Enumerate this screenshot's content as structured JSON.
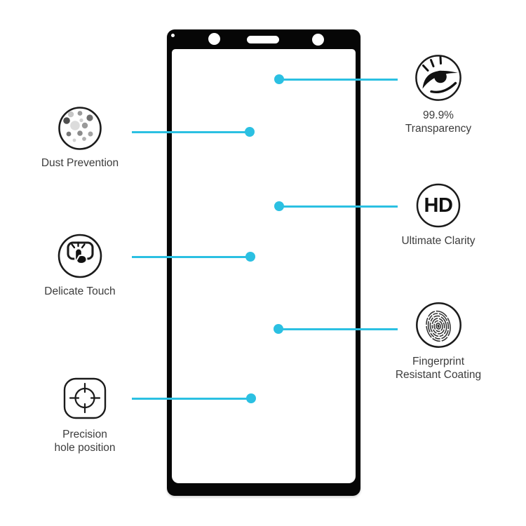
{
  "colors": {
    "background": "#ffffff",
    "accent": "#2bc0e2",
    "phone_body": "#060606",
    "text": "#3c3c3c",
    "icon_stroke": "#1b1b1b"
  },
  "phone": {
    "cutouts": [
      "sensor-hole",
      "front-camera-hole",
      "earpiece-speaker-slot",
      "front-camera-hole"
    ]
  },
  "features": {
    "left": [
      {
        "icon": "dust-particles-icon",
        "lines": [
          "Dust Prevention"
        ]
      },
      {
        "icon": "touch-finger-icon",
        "lines": [
          "Delicate Touch"
        ]
      },
      {
        "icon": "crosshair-target-icon",
        "lines": [
          "Precision",
          "hole position"
        ]
      }
    ],
    "right": [
      {
        "icon": "eye-icon",
        "lines": [
          "99.9%",
          "Transparency"
        ]
      },
      {
        "icon": "hd-badge-icon",
        "icon_text": "HD",
        "lines": [
          "Ultimate Clarity"
        ]
      },
      {
        "icon": "fingerprint-icon",
        "lines": [
          "Fingerprint",
          "Resistant Coating"
        ]
      }
    ]
  }
}
